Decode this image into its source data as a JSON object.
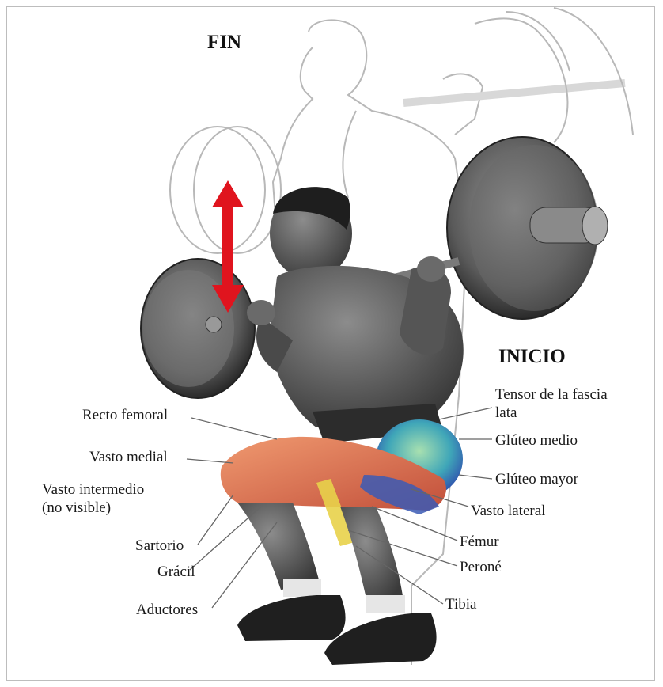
{
  "headings": {
    "end": "FIN",
    "start": "INICIO"
  },
  "labels": {
    "recto_femoral": "Recto femoral",
    "vasto_medial": "Vasto medial",
    "vasto_intermedio": "Vasto intermedio\n(no visible)",
    "sartorio": "Sartorio",
    "gracil": "Grácil",
    "aductores": "Aductores",
    "tensor_fascia_lata": "Tensor de la fascia\nlata",
    "gluteo_medio": "Glúteo medio",
    "gluteo_mayor": "Glúteo mayor",
    "vasto_lateral": "Vasto lateral",
    "femur": "Fémur",
    "perone": "Peroné",
    "tibia": "Tibia"
  },
  "colors": {
    "arrow": "#e0141e",
    "quadriceps": "#e07a55",
    "gluteus": "#3fa6b8",
    "hamstring": "#3b5bb5",
    "bone": "#e8d24a"
  }
}
